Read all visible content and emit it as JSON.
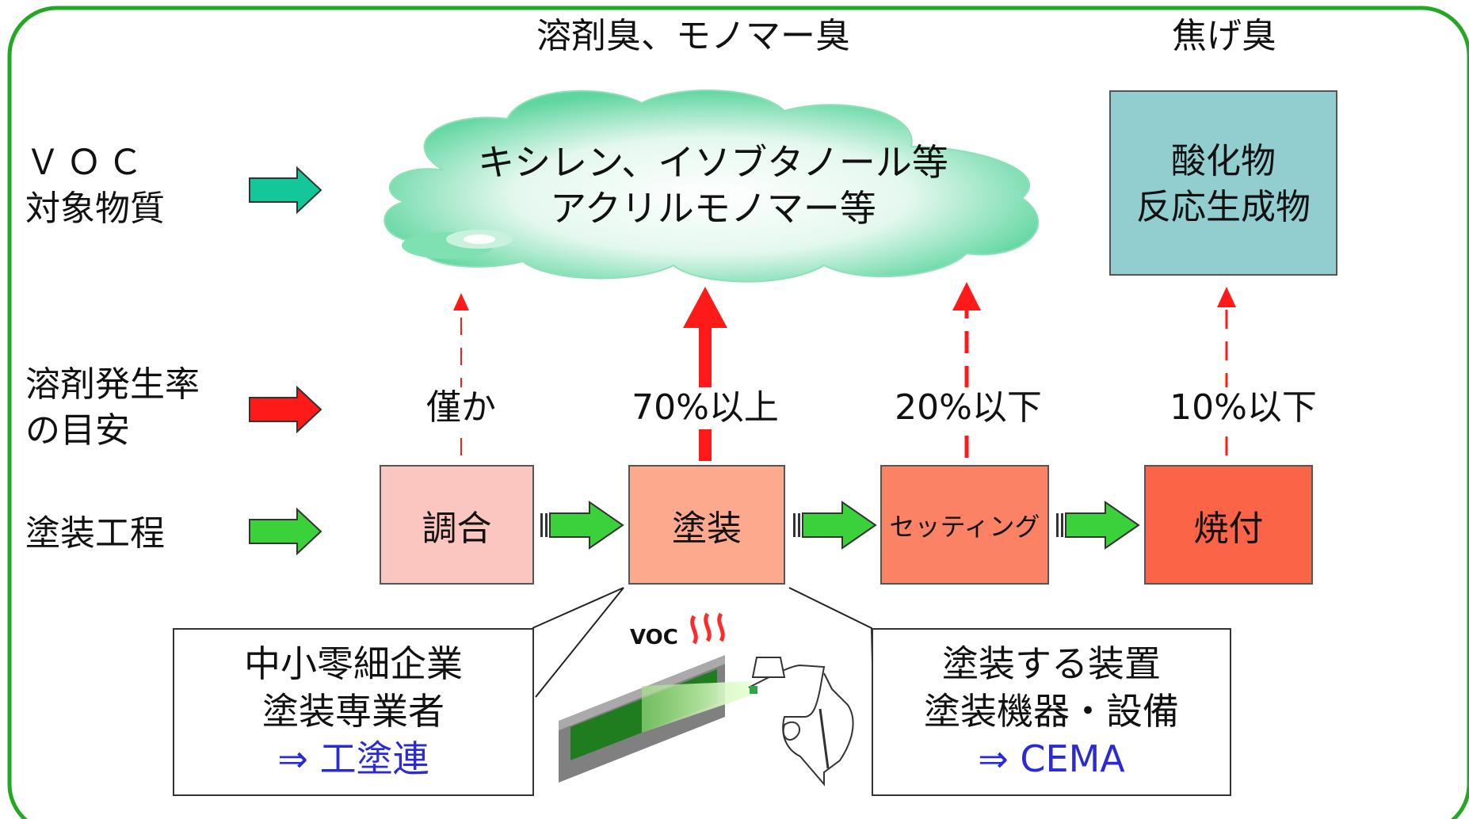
{
  "colors": {
    "frame": "#22a822",
    "cloud_edge": "#5fd6a0",
    "voc_arrow": "#13c79a",
    "rate_arrow": "#ff1a1a",
    "process_arrow": "#3bd13b",
    "up_arrow": "#ff1a1a",
    "oxide_box": "#92cdd0",
    "step1": "#fcc6c0",
    "step2": "#fca98e",
    "step3": "#fc8266",
    "step4": "#fc6448",
    "link_blue": "#2b2bd6"
  },
  "top_labels": {
    "odor_solvent": "溶剤臭、モノマー臭",
    "odor_burnt": "焦げ臭"
  },
  "row_labels": {
    "voc_line1": "ＶＯＣ",
    "voc_line2": "対象物質",
    "rate_line1": "溶剤発生率",
    "rate_line2": "の目安",
    "process": "塗装工程"
  },
  "cloud": {
    "line1": "キシレン、イソブタノール等",
    "line2": "アクリルモノマー等"
  },
  "oxide_box": {
    "line1": "酸化物",
    "line2": "反応生成物"
  },
  "rates": [
    "僅か",
    "70%以上",
    "20%以下",
    "10%以下"
  ],
  "steps": [
    "調合",
    "塗装",
    "セッティング",
    "焼付"
  ],
  "spray_label": "VOC",
  "callout_left": {
    "line1": "中小零細企業",
    "line2": "塗装専業者",
    "link": "⇒ 工塗連"
  },
  "callout_right": {
    "line1": "塗装する装置",
    "line2": "塗装機器・設備",
    "link": "⇒ CEMA"
  }
}
